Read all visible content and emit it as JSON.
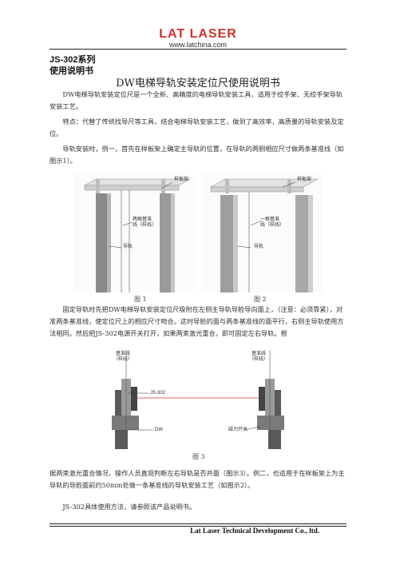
{
  "header": {
    "logo_text": "LAT LASER",
    "logo_url": "www.latchina.com",
    "series": "JS-302系列",
    "manual": "使用说明书"
  },
  "document": {
    "title": "DW电梯导轨安装定位尺使用说明书",
    "p1": "DW电梯导轨安装定位尺是一个全新、高精度的电梯导轨安装工具，适用于绞手架、无绞手架导轨安装工艺。",
    "p2": "特点：代替了传统找导尺等工具，结合电梯导轨安装工艺，做到了高效率，高质量的导轨安装及定位。",
    "p3": "导轨安装时，例一，首先在样板架上确定主导轨的位置，在导轨的两侧相应尺寸做两条基准线（如图示1）。",
    "p4": "固定导轨时先把DW电梯导轨安装定位尺吸附在左侧主导轨导脸导向面上，（注意：必须靠紧），对准两条基准线，使定位尺上的相应尺寸吻合。这时导脸的面与两条基准线的面平行，右侧主导轨使用方法相同。然后把JS-302电源开关打开，如果两束激光重合，即可固定左右导轨。根",
    "p5": "据两束激光重合情况，操作人员直观判断左右导轨是否共面（图示3）。例二，也适用于在样板架上为主导轨的导脸面前约50mm处做一条基准线的导轨安装工艺（如图示2）。",
    "p6": "JS-302具体使用方法，请参照该产品说明书。"
  },
  "figures": {
    "fig1": {
      "caption": "图 1",
      "label_template": "样板架",
      "label_baseline": "两根基准\n线（样线）",
      "label_rail": "导轨"
    },
    "fig2": {
      "caption": "图 2",
      "label_template": "样板架",
      "label_baseline": "一根基准\n线（样线）",
      "label_rail": "导轨"
    },
    "fig3": {
      "caption": "图 3",
      "label_left_baseline": "基准线\n（样线）",
      "label_right_baseline": "基准线\n（样线）",
      "label_js": "JS-302",
      "label_dw": "DW",
      "label_switch": "磁力开关"
    }
  },
  "footer": {
    "company": "Lat Laser Technical Development Co., ltd."
  },
  "colors": {
    "logo_red": "#d0312d",
    "rail_gray": "#8a8a8a",
    "laser_red": "#e03030"
  }
}
